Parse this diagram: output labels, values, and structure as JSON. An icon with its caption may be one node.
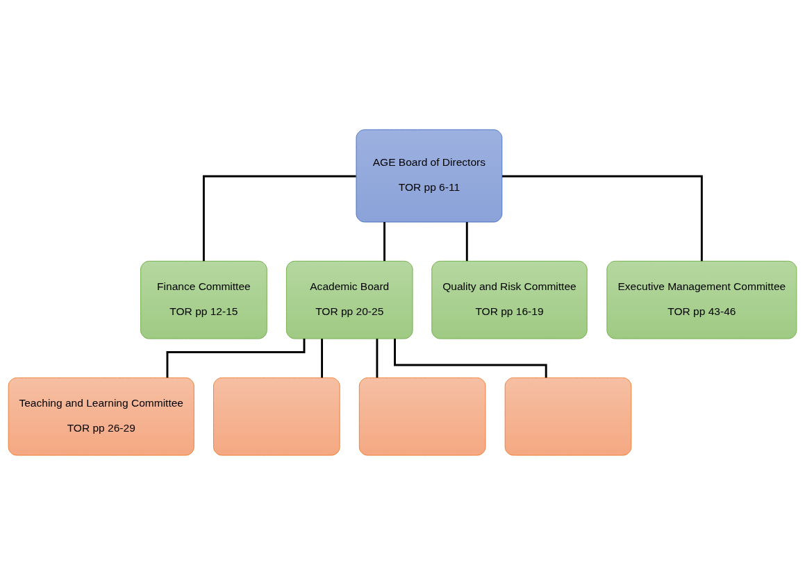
{
  "diagram": {
    "nodes": [
      {
        "text": [
          "AGE Board of Directors",
          "TOR pp 6-11"
        ]
      },
      {
        "text": [
          "Finance Committee",
          "TOR pp 12-15"
        ]
      },
      {
        "text": [
          "Academic Board",
          "TOR pp 20-25"
        ]
      },
      {
        "text": [
          "Quality and Risk Committee",
          "TOR pp 16-19"
        ]
      },
      {
        "text": [
          "Executive Management Committee",
          "TOR pp 43-46"
        ]
      },
      {
        "text": [
          "Teaching and Learning Committee",
          "TOR pp 26-29"
        ]
      },
      {
        "text": [],
        "shape": "box"
      },
      {
        "text": [],
        "shape": "box"
      },
      {
        "text": [],
        "shape": "box"
      }
    ],
    "edges": [
      {
        "from": 0,
        "to": 1,
        "arrow": "none"
      },
      {
        "from": 0,
        "to": 2,
        "arrow": "none"
      },
      {
        "from": 0,
        "to": 3,
        "arrow": "none"
      },
      {
        "from": 0,
        "to": 4,
        "arrow": "none"
      },
      {
        "from": 2,
        "to": 5,
        "arrow": "none"
      },
      {
        "from": 2,
        "to": 6,
        "arrow": "none"
      },
      {
        "from": 2,
        "to": 7,
        "arrow": "none"
      },
      {
        "from": 2,
        "to": 8,
        "arrow": "none"
      }
    ]
  }
}
